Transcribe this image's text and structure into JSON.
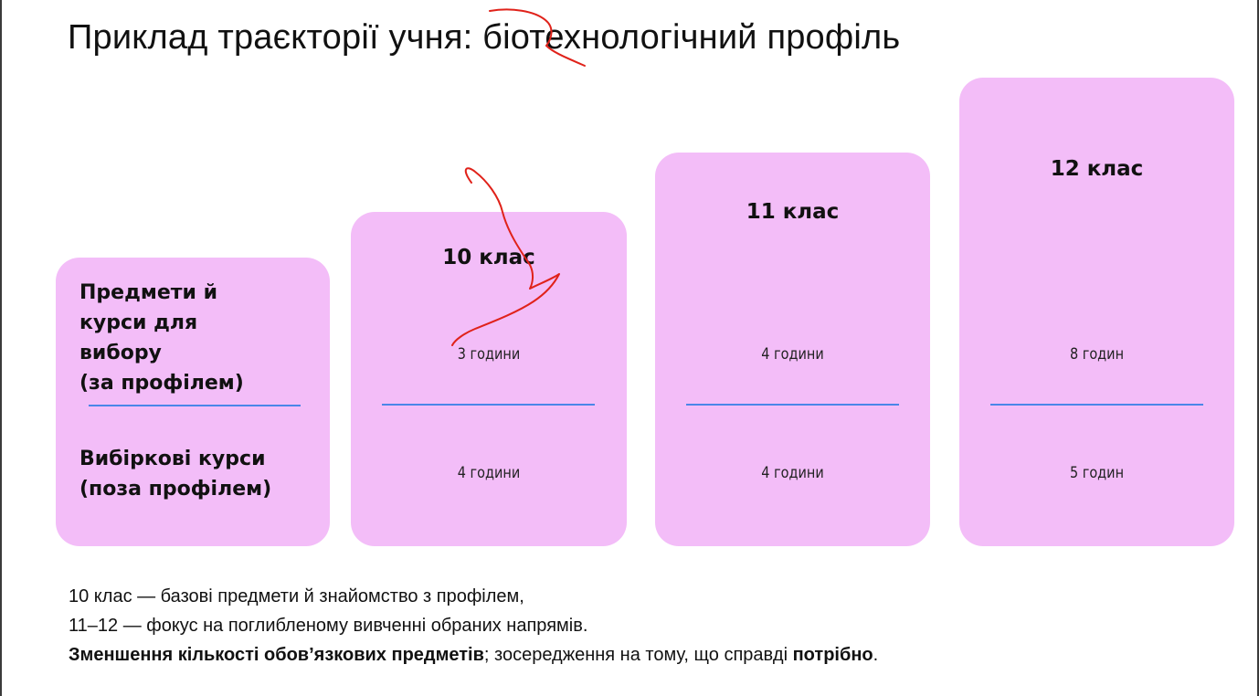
{
  "slide": {
    "title": "Приклад траєкторії учня: біотехнологічний профіль"
  },
  "row_labels": {
    "profile_subjects": "Предмети й\nкурси для\nвибору\n(за профілем)",
    "elective_courses": "Вибіркові курси\n(поза профілем)"
  },
  "grades": [
    {
      "grade": "10 клас",
      "profile_hours": "3 години",
      "elective_hours": "4 години"
    },
    {
      "grade": "11 клас",
      "profile_hours": "4 години",
      "elective_hours": "4 години"
    },
    {
      "grade": "12 клас",
      "profile_hours": "8 годин",
      "elective_hours": "5 годин"
    }
  ],
  "notes": {
    "line1": "10 клас — базові предмети й знайомство з профілем,",
    "line2": "11–12 — фокус на поглибленому вивченні обраних напрямів.",
    "line3_bold_start": "Зменшення кількості обов’язкових предметів",
    "line3_middle": "; зосередження на тому, що справді ",
    "line3_bold_end": "потрібно",
    "line3_end": "."
  },
  "colors": {
    "card_fill": "#f3bdf8",
    "separator": "#4a86e8",
    "annotation_ink": "#e0221a"
  }
}
